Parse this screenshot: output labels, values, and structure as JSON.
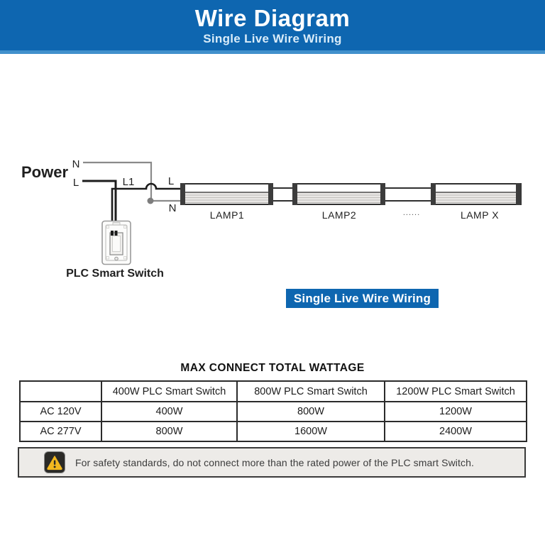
{
  "header": {
    "title": "Wire Diagram",
    "subtitle": "Single Live Wire Wiring",
    "bg_color": "#0e66b0",
    "strip_color": "#4190cc"
  },
  "diagram": {
    "power_label": "Power",
    "source_neutral_label": "N",
    "source_live_label": "L",
    "l1_label": "L1",
    "lamp_live_label": "L",
    "lamp_neutral_label": "N",
    "lamps": [
      "LAMP1",
      "LAMP2",
      "LAMP X"
    ],
    "ellipsis": "......",
    "switch_label": "PLC Smart Switch",
    "colors": {
      "live_wire": "#1c1c1c",
      "neutral_wire": "#8a8a8a",
      "lamp_outline": "#2f2f2f"
    }
  },
  "badge": {
    "label": "Single Live Wire Wiring",
    "bg_color": "#0e66b0"
  },
  "wattage_table": {
    "title": "MAX CONNECT TOTAL WATTAGE",
    "col_headers": [
      "",
      "400W PLC Smart Switch",
      "800W PLC Smart Switch",
      "1200W PLC Smart Switch"
    ],
    "rows": [
      {
        "label": "AC 120V",
        "values": [
          "400W",
          "800W",
          "1200W"
        ]
      },
      {
        "label": "AC 277V",
        "values": [
          "800W",
          "1600W",
          "2400W"
        ]
      }
    ]
  },
  "warning": {
    "text": "For safety standards, do not connect more than the rated power of the PLC smart Switch.",
    "triangle_color": "#f3b81f"
  }
}
